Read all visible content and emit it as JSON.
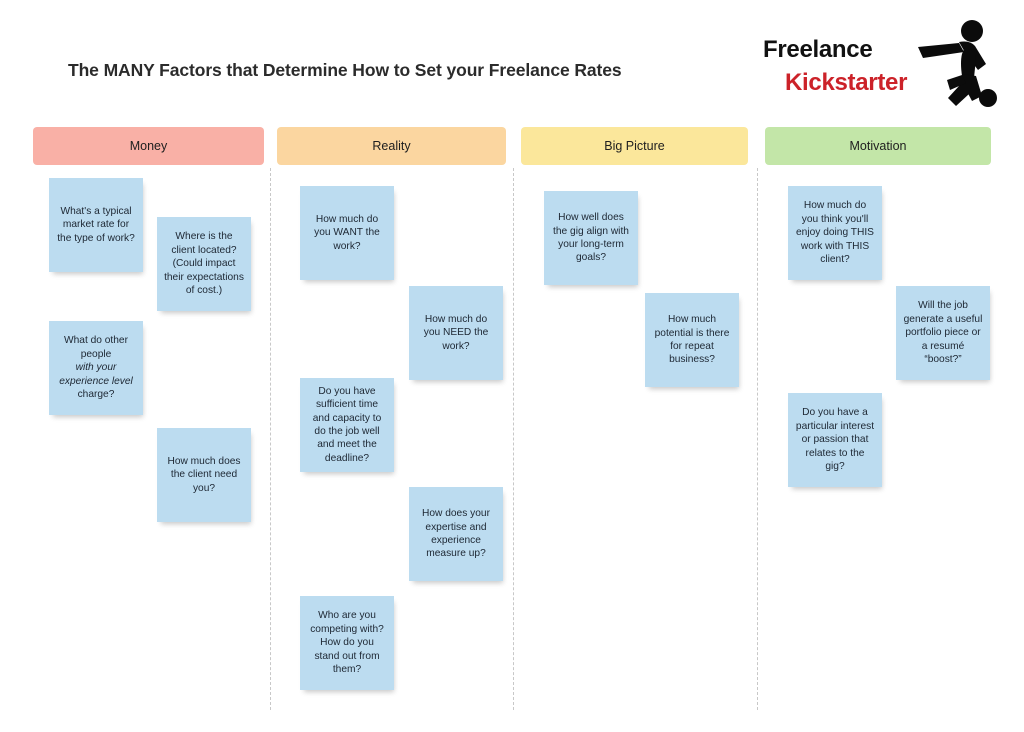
{
  "page": {
    "title": "The MANY Factors that Determine How to Set your Freelance Rates",
    "background": "#ffffff"
  },
  "logo": {
    "word_top": "Freelance",
    "word_bottom": "Kickstarter",
    "icon": "running-person-icon",
    "color_top": "#111111",
    "color_bottom": "#cc2229"
  },
  "columns": [
    {
      "id": "money",
      "label": "Money",
      "color": "#f9b0a6",
      "notes": [
        {
          "text": "What's a typical market rate for the type of work?"
        },
        {
          "text": "Where is the client located? (Could impact their expectations of cost.)"
        },
        {
          "text_pre": "What do other people ",
          "text_em": "with your experience level",
          "text_post": " charge?"
        },
        {
          "text": "How much does the client need you?"
        }
      ]
    },
    {
      "id": "reality",
      "label": "Reality",
      "color": "#fbd6a0",
      "notes": [
        {
          "text": "How much do you WANT the work?"
        },
        {
          "text": "How much do you NEED the work?"
        },
        {
          "text": "Do you have sufficient time and capacity to do the job well and meet the deadline?"
        },
        {
          "text": "How does your expertise and experience measure up?"
        },
        {
          "text": "Who are you competing with? How do you stand out from them?"
        }
      ]
    },
    {
      "id": "big-picture",
      "label": "Big Picture",
      "color": "#fbe79b",
      "notes": [
        {
          "text": "How well does the gig align with your long-term goals?"
        },
        {
          "text": "How much potential is there for repeat business?"
        }
      ]
    },
    {
      "id": "motivation",
      "label": "Motivation",
      "color": "#c3e6a8",
      "notes": [
        {
          "text": "How much do you think you'll enjoy doing THIS work with THIS client?"
        },
        {
          "text": "Will the job generate a useful portfolio piece or a resumé “boost?”"
        },
        {
          "text": "Do you have a particular interest or passion that relates to the gig?"
        }
      ]
    }
  ],
  "note_style": {
    "color": "#bcdcf0"
  }
}
